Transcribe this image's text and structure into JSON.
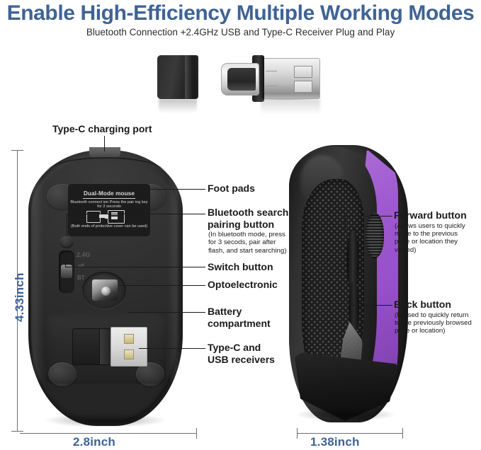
{
  "header": {
    "title": "Enable High-Efficiency Multiple Working Modes",
    "subtitle": "Bluetooth Connection +2.4GHz USB and Type-C Receiver Plug and Play"
  },
  "device_label": {
    "line1": "Dual-Mode mouse",
    "line2": "Bluetooth connect ion Press\nthe pair ing key for 3 seconds",
    "line3": "(Both ends of protective\ncover can be used)"
  },
  "switch_markings": {
    "mode_24g": "2.4G",
    "mode_off": "off",
    "mode_bt": "BT"
  },
  "callouts": {
    "type_c_charging_port": {
      "title": "Type-C charging port",
      "sub": ""
    },
    "foot_pads": {
      "title": "Foot pads",
      "sub": ""
    },
    "bluetooth_search_pairing_button": {
      "title": "Bluetooth search\npairing button",
      "sub": "(In bluetooth mode, press\nfor 3 secods, pair after\nflash, and start searching)"
    },
    "switch_button": {
      "title": "Switch button",
      "sub": ""
    },
    "optoelectronic": {
      "title": "Optoelectronic",
      "sub": ""
    },
    "battery_compartment": {
      "title": "Battery\ncompartment",
      "sub": ""
    },
    "type_c_and_usb_receivers": {
      "title": "Type-C and\nUSB receivers",
      "sub": ""
    },
    "forward_button": {
      "title": "Forward button",
      "sub": "(Allows users to quickly\nmove to the previous\npage or location they\nvisited)"
    },
    "back_button": {
      "title": "Back button",
      "sub": "(Is used to quickly return\nto the previously browsed\npage or location)"
    }
  },
  "dimensions": {
    "height": "4.33inch",
    "width_bottom": "2.8inch",
    "width_side": "1.38inch"
  },
  "colors": {
    "title_blue": "#3f6395",
    "dimension_blue": "#3f6395",
    "accent_purple": "#a35bd6",
    "body_black": "#2a2a2a",
    "label_text": "#1a1a1a"
  },
  "icons": {
    "type_c_connector": "type-c-connector-icon",
    "usb_connector": "usb-connector-icon",
    "protective_cap": "protective-cap-icon"
  }
}
